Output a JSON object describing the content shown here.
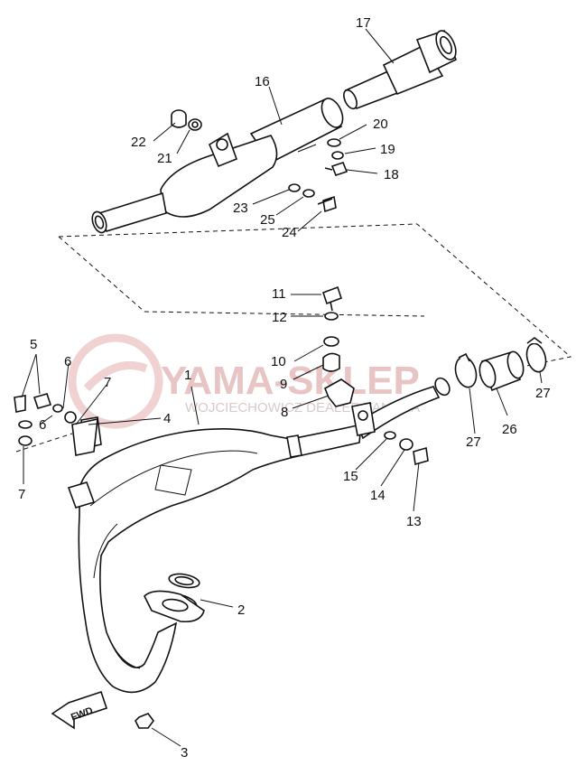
{
  "watermark": {
    "title": "YAMA-SKLEP",
    "subtitle": "WOJCIECHOWICZ DEALER YAMAHA",
    "color": "#e8c4c4"
  },
  "direction_badge": "FWD",
  "callouts": [
    {
      "id": "c1",
      "label": "1"
    },
    {
      "id": "c2",
      "label": "2"
    },
    {
      "id": "c3",
      "label": "3"
    },
    {
      "id": "c4",
      "label": "4"
    },
    {
      "id": "c5",
      "label": "5"
    },
    {
      "id": "c6a",
      "label": "6"
    },
    {
      "id": "c6b",
      "label": "6"
    },
    {
      "id": "c7a",
      "label": "7"
    },
    {
      "id": "c7b",
      "label": "7"
    },
    {
      "id": "c8",
      "label": "8"
    },
    {
      "id": "c9",
      "label": "9"
    },
    {
      "id": "c10",
      "label": "10"
    },
    {
      "id": "c11",
      "label": "11"
    },
    {
      "id": "c12",
      "label": "12"
    },
    {
      "id": "c13",
      "label": "13"
    },
    {
      "id": "c14",
      "label": "14"
    },
    {
      "id": "c15",
      "label": "15"
    },
    {
      "id": "c16",
      "label": "16"
    },
    {
      "id": "c17",
      "label": "17"
    },
    {
      "id": "c18",
      "label": "18"
    },
    {
      "id": "c19",
      "label": "19"
    },
    {
      "id": "c20",
      "label": "20"
    },
    {
      "id": "c21",
      "label": "21"
    },
    {
      "id": "c22",
      "label": "22"
    },
    {
      "id": "c23",
      "label": "23"
    },
    {
      "id": "c24",
      "label": "24"
    },
    {
      "id": "c25",
      "label": "25"
    },
    {
      "id": "c26",
      "label": "26"
    },
    {
      "id": "c27a",
      "label": "27"
    },
    {
      "id": "c27b",
      "label": "27"
    }
  ]
}
